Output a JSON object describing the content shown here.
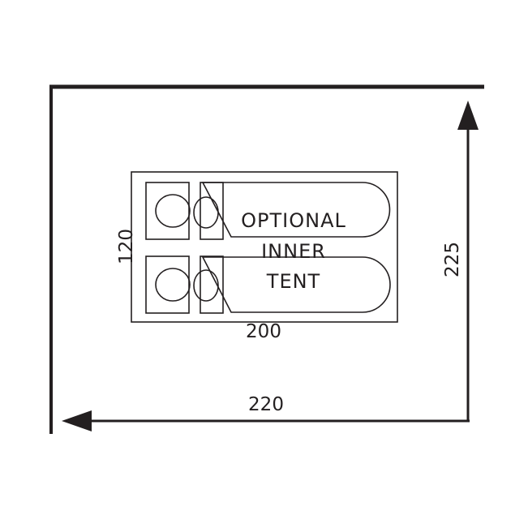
{
  "floorplan": {
    "outer_width": "220",
    "outer_depth": "225",
    "inner_tent": {
      "label_lines": [
        "OPTIONAL",
        "INNER",
        "TENT"
      ],
      "width": "200",
      "depth": "120"
    }
  },
  "colors": {
    "ink": "#231f20",
    "background": "#ffffff"
  }
}
